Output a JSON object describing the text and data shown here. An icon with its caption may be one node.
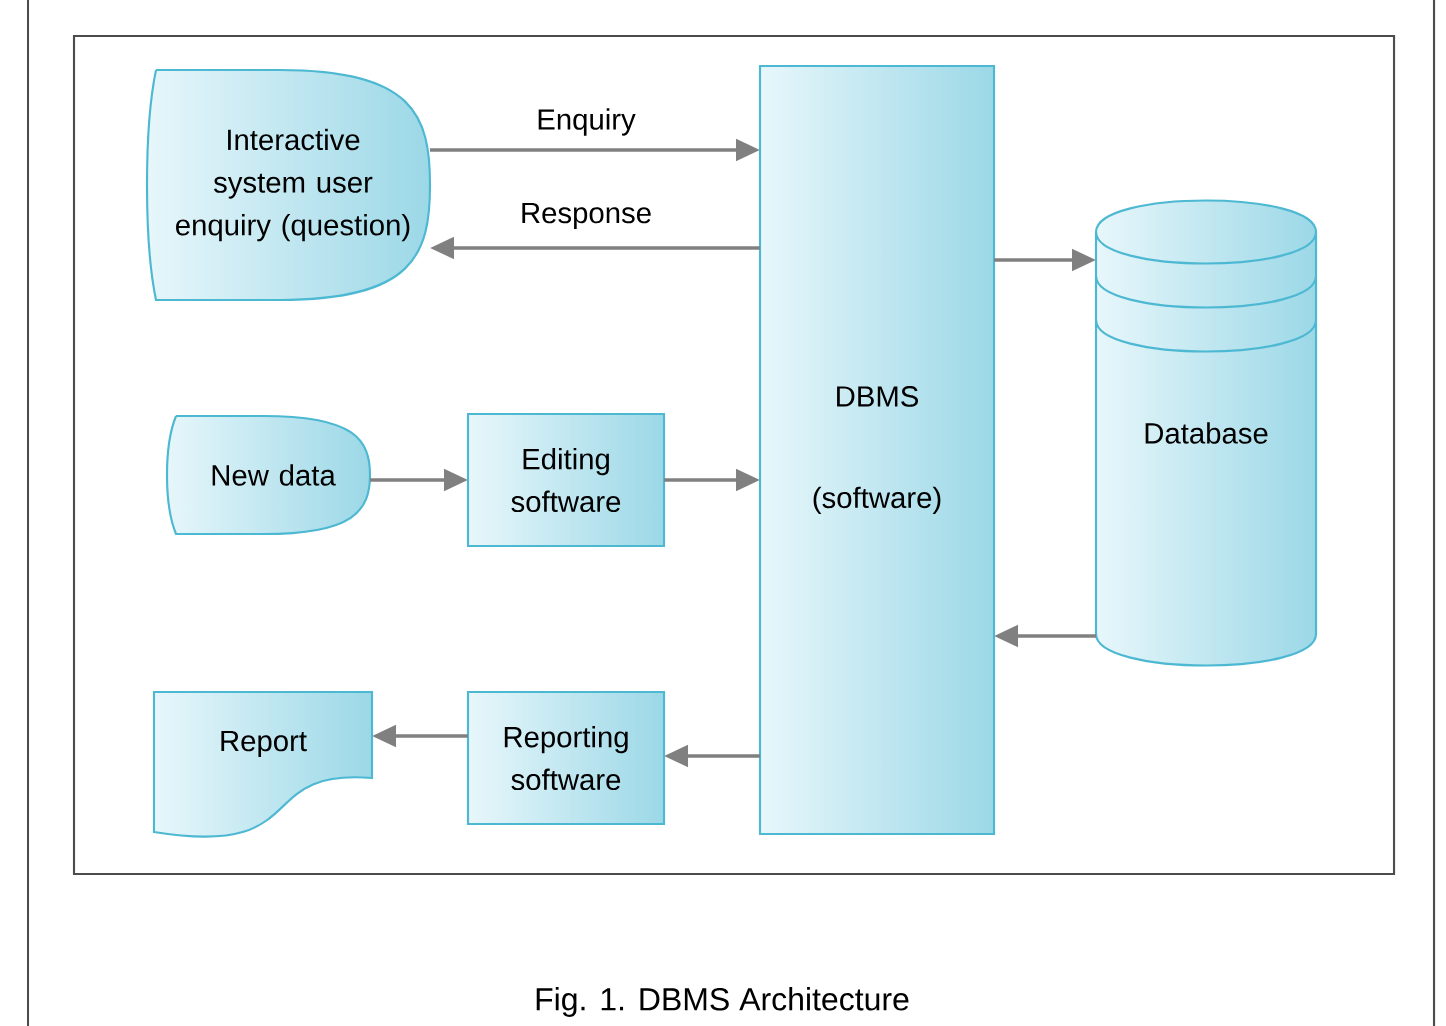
{
  "diagram": {
    "caption": "Fig. 1. DBMS Architecture",
    "nodes": [
      {
        "text": [
          "Interactive system user enquiry (question)"
        ]
      },
      {
        "text": [
          "DBMS",
          "(software)"
        ]
      },
      {
        "text": [
          "Database"
        ]
      },
      {
        "text": [
          "New data"
        ]
      },
      {
        "text": [
          "Editing software"
        ]
      },
      {
        "text": [
          "Report"
        ]
      },
      {
        "text": [
          "Reporting software"
        ]
      }
    ],
    "edges": [
      {
        "from": 0,
        "to": 1,
        "arrow": "to",
        "label": "Enquiry"
      },
      {
        "from": 1,
        "to": 0,
        "arrow": "to",
        "label": "Response"
      },
      {
        "from": 1,
        "to": 2,
        "arrow": "to"
      },
      {
        "from": 2,
        "to": 1,
        "arrow": "to"
      },
      {
        "from": 3,
        "to": 4,
        "arrow": "to"
      },
      {
        "from": 4,
        "to": 1,
        "arrow": "to"
      },
      {
        "from": 1,
        "to": 6,
        "arrow": "to"
      },
      {
        "from": 6,
        "to": 5,
        "arrow": "to"
      }
    ]
  }
}
